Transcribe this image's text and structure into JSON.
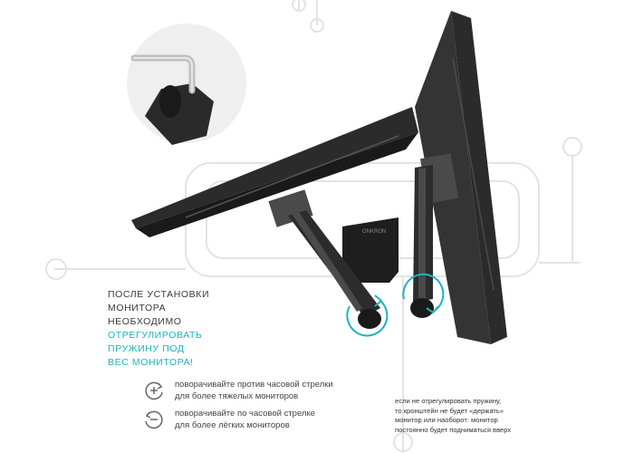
{
  "headline": {
    "line1": "ПОСЛЕ УСТАНОВКИ",
    "line2": "МОНИТОРА",
    "line3": "НЕОБХОДИМО",
    "accent1": "ОТРЕГУЛИРОВАТЬ",
    "accent2": "ПРУЖИНУ ПОД",
    "accent3": "ВЕС МОНИТОРА!"
  },
  "tips": [
    {
      "icon": "rotate-ccw-plus-icon",
      "line1": "поворачивайте против часовой стрелки",
      "line2": "для более тяжелых мониторов"
    },
    {
      "icon": "rotate-cw-minus-icon",
      "line1": "поворачивайте по часовой стрелке",
      "line2": "для более лёгких мониторов"
    }
  ],
  "note": {
    "line1": "если не отрегулировать пружину,",
    "line2": "то кронштейн не будет «держать»",
    "line3": "монитор или наоборот: монитор",
    "line4": "постоянно будет подниматься вверх"
  },
  "colors": {
    "accent": "#1cb3bd",
    "text": "#3a3a3a",
    "watermark": "#e3e3e3",
    "monitor": "#2b2b2b"
  }
}
